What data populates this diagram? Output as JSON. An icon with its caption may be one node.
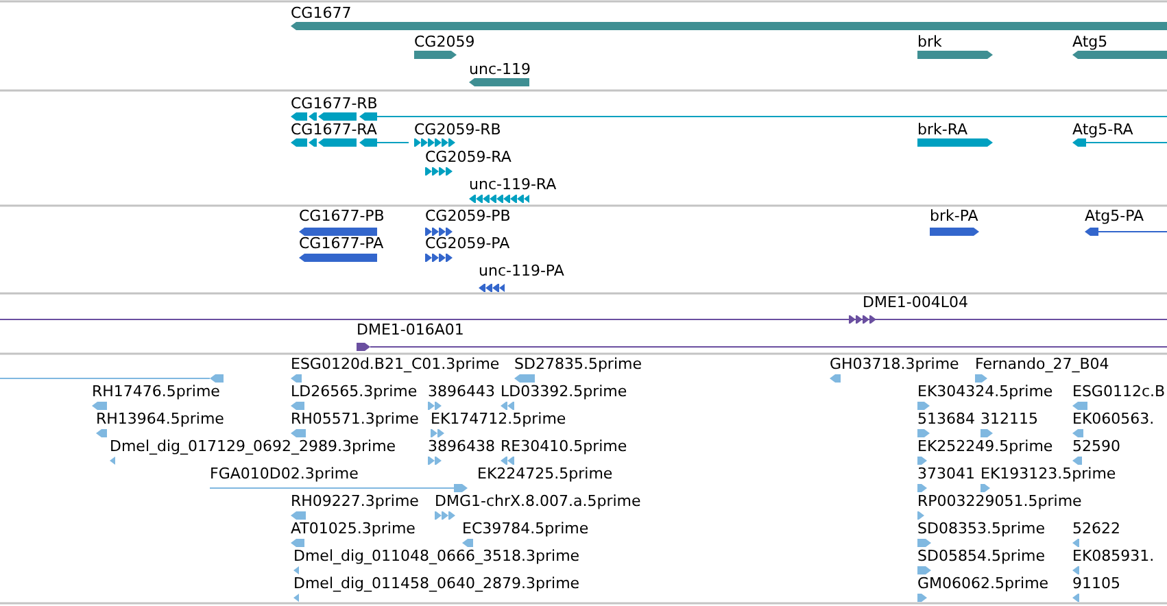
{
  "diagram": {
    "nodes": [
      {
        "text": [
          "CG1677"
        ]
      },
      {
        "text": [
          "CG2059"
        ]
      },
      {
        "text": [
          "brk"
        ]
      },
      {
        "text": [
          "Atg5"
        ]
      },
      {
        "text": [
          "unc-119"
        ]
      },
      {
        "text": [
          "CG1677-RB"
        ]
      },
      {
        "text": [
          "CG1677-RA"
        ]
      },
      {
        "text": [
          "CG2059-RB"
        ]
      },
      {
        "text": [
          "brk-RA"
        ]
      },
      {
        "text": [
          "Atg5-RA"
        ]
      },
      {
        "text": [
          "CG2059-RA"
        ]
      },
      {
        "text": [
          "unc-119-RA"
        ]
      },
      {
        "text": [
          "CG1677-PB"
        ]
      },
      {
        "text": [
          "CG2059-PB"
        ]
      },
      {
        "text": [
          "brk-PA"
        ]
      },
      {
        "text": [
          "Atg5-PA"
        ]
      },
      {
        "text": [
          "CG1677-PA"
        ]
      },
      {
        "text": [
          "CG2059-PA"
        ]
      },
      {
        "text": [
          "unc-119-PA"
        ]
      },
      {
        "text": [
          "DME1-004L04"
        ]
      },
      {
        "text": [
          "DME1-016A01"
        ]
      },
      {
        "text": [],
        "shape": "bar"
      },
      {
        "text": [
          "ESG0120d.B21_C01.3prime"
        ]
      },
      {
        "text": [
          "SD27835.5prime"
        ]
      },
      {
        "text": [
          "GH03718.3prime"
        ]
      },
      {
        "text": [
          "Fernando_27_B04"
        ]
      },
      {
        "text": [
          "RH17476.5prime"
        ]
      },
      {
        "text": [
          "LD26565.3prime"
        ]
      },
      {
        "text": [
          "3896443"
        ]
      },
      {
        "text": [
          "LD03392.5prime"
        ]
      },
      {
        "text": [
          "EK304324.5prime"
        ]
      },
      {
        "text": [
          "ESG0112c.B"
        ]
      },
      {
        "text": [
          "RH13964.5prime"
        ]
      },
      {
        "text": [
          "RH05571.3prime"
        ]
      },
      {
        "text": [
          "EK174712.5prime"
        ]
      },
      {
        "text": [
          "513684"
        ]
      },
      {
        "text": [
          "312115"
        ]
      },
      {
        "text": [
          "EK060563."
        ]
      },
      {
        "text": [
          "Dmel_dig_017129_0692_2989.3prime"
        ]
      },
      {
        "text": [
          "3896438"
        ]
      },
      {
        "text": [
          "RE30410.5prime"
        ]
      },
      {
        "text": [
          "EK252249.5prime"
        ]
      },
      {
        "text": [
          "52590"
        ]
      },
      {
        "text": [
          "FGA010D02.3prime"
        ]
      },
      {
        "text": [
          "EK224725.5prime"
        ]
      },
      {
        "text": [
          "373041"
        ]
      },
      {
        "text": [
          "EK193123.5prime"
        ]
      },
      {
        "text": [
          "RH09227.3prime"
        ]
      },
      {
        "text": [
          "DMG1-chrX.8.007.a.5prime"
        ]
      },
      {
        "text": [
          "RP003229051.5prime"
        ]
      },
      {
        "text": [
          "AT01025.3prime"
        ]
      },
      {
        "text": [
          "EC39784.5prime"
        ]
      },
      {
        "text": [
          "SD08353.5prime"
        ]
      },
      {
        "text": [
          "52622"
        ]
      },
      {
        "text": [
          "Dmel_dig_011048_0666_3518.3prime"
        ]
      },
      {
        "text": [
          "SD05854.5prime"
        ]
      },
      {
        "text": [
          "EK085931."
        ]
      },
      {
        "text": [
          "Dmel_dig_011458_0640_2879.3prime"
        ]
      },
      {
        "text": [
          "GM06062.5prime"
        ]
      },
      {
        "text": [
          "91105"
        ]
      }
    ]
  }
}
